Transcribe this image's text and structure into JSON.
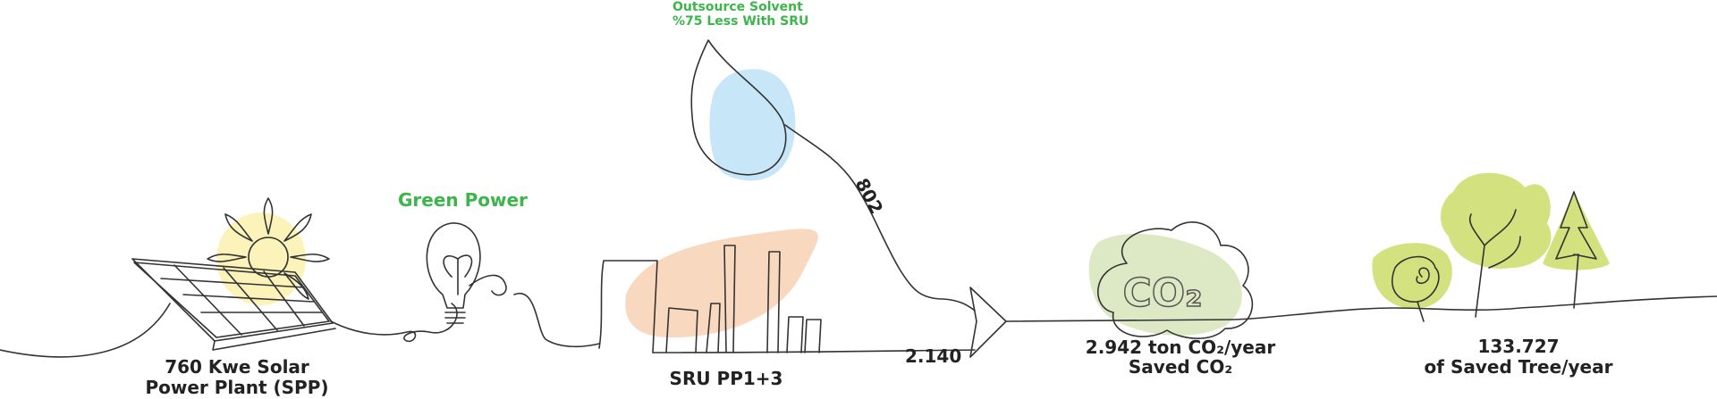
{
  "colors": {
    "line": "#333333",
    "green": "#3cb54a",
    "sun_blob": "#fbf3b9",
    "water_blob": "#c7e6f8",
    "factory_blob": "#f9d8c0",
    "co2_blob": "#dde9c4",
    "tree_blob": "#d3e27f"
  },
  "top_note": {
    "line1": "Outsource Solvent",
    "line2": "%75 Less With SRU"
  },
  "green_power": "Green Power",
  "solar": {
    "line1": "760 Kwe Solar",
    "line2": "Power Plant (SPP)"
  },
  "sru": {
    "label": "SRU PP1+3"
  },
  "flow_802": "802",
  "flow_2140": "2.140",
  "co2": {
    "icon_text": "CO₂",
    "line1": "2.942 ton CO₂/year",
    "line2": "Saved CO₂"
  },
  "trees": {
    "line1": "133.727",
    "line2": "of Saved Tree/year"
  },
  "icons": [
    "solar-panel-icon",
    "sun-icon",
    "light-bulb-icon",
    "water-drop-icon",
    "factory-icon",
    "arrow-icon",
    "co2-cloud-icon",
    "trees-icon"
  ]
}
